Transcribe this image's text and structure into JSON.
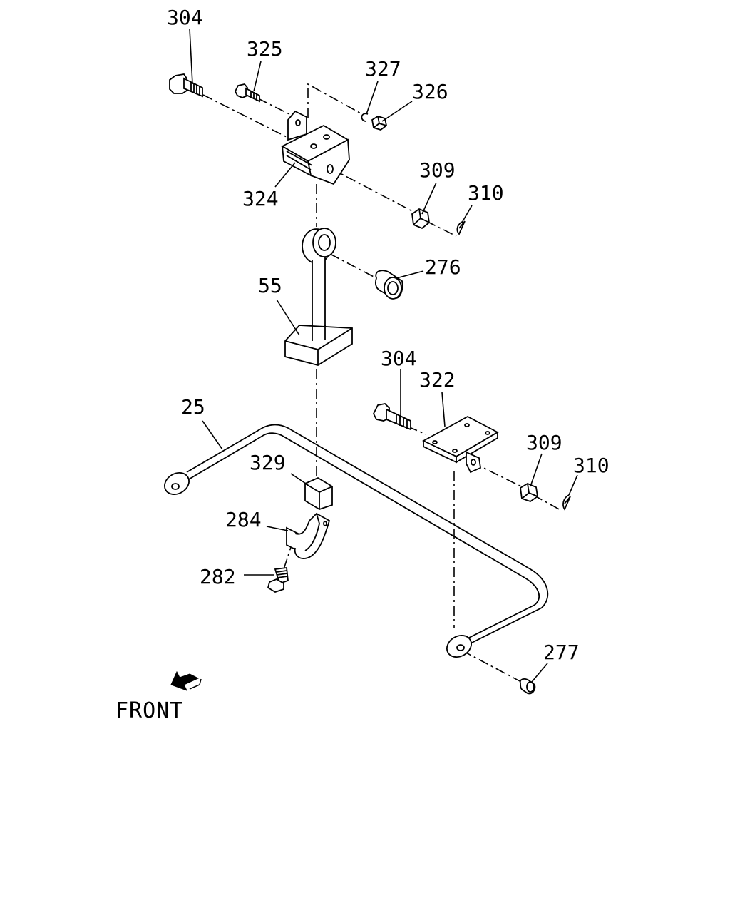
{
  "labels": {
    "l304a": "304",
    "l325": "325",
    "l327": "327",
    "l326": "326",
    "l324": "324",
    "l309a": "309",
    "l310a": "310",
    "l276": "276",
    "l55": "55",
    "l304b": "304",
    "l322": "322",
    "l25": "25",
    "l329": "329",
    "l309b": "309",
    "l310b": "310",
    "l284": "284",
    "l282": "282",
    "l277": "277"
  },
  "front": "FRONT"
}
